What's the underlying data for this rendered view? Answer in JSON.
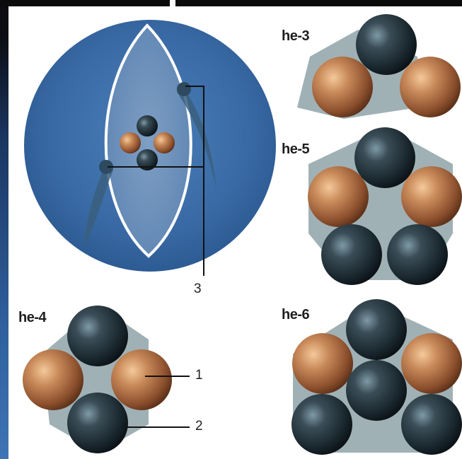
{
  "labels": {
    "he3": "he-3",
    "he4": "he-4",
    "he5": "he-5",
    "he6": "he-6"
  },
  "callouts": {
    "one": "1",
    "two": "2",
    "three": "3"
  },
  "colors": {
    "proton": "#b8673f",
    "neutron": "#1f2b31",
    "halo": "#8fa3a8",
    "atom_blue": "#3f70a8",
    "frame": "#0b0b0b"
  }
}
